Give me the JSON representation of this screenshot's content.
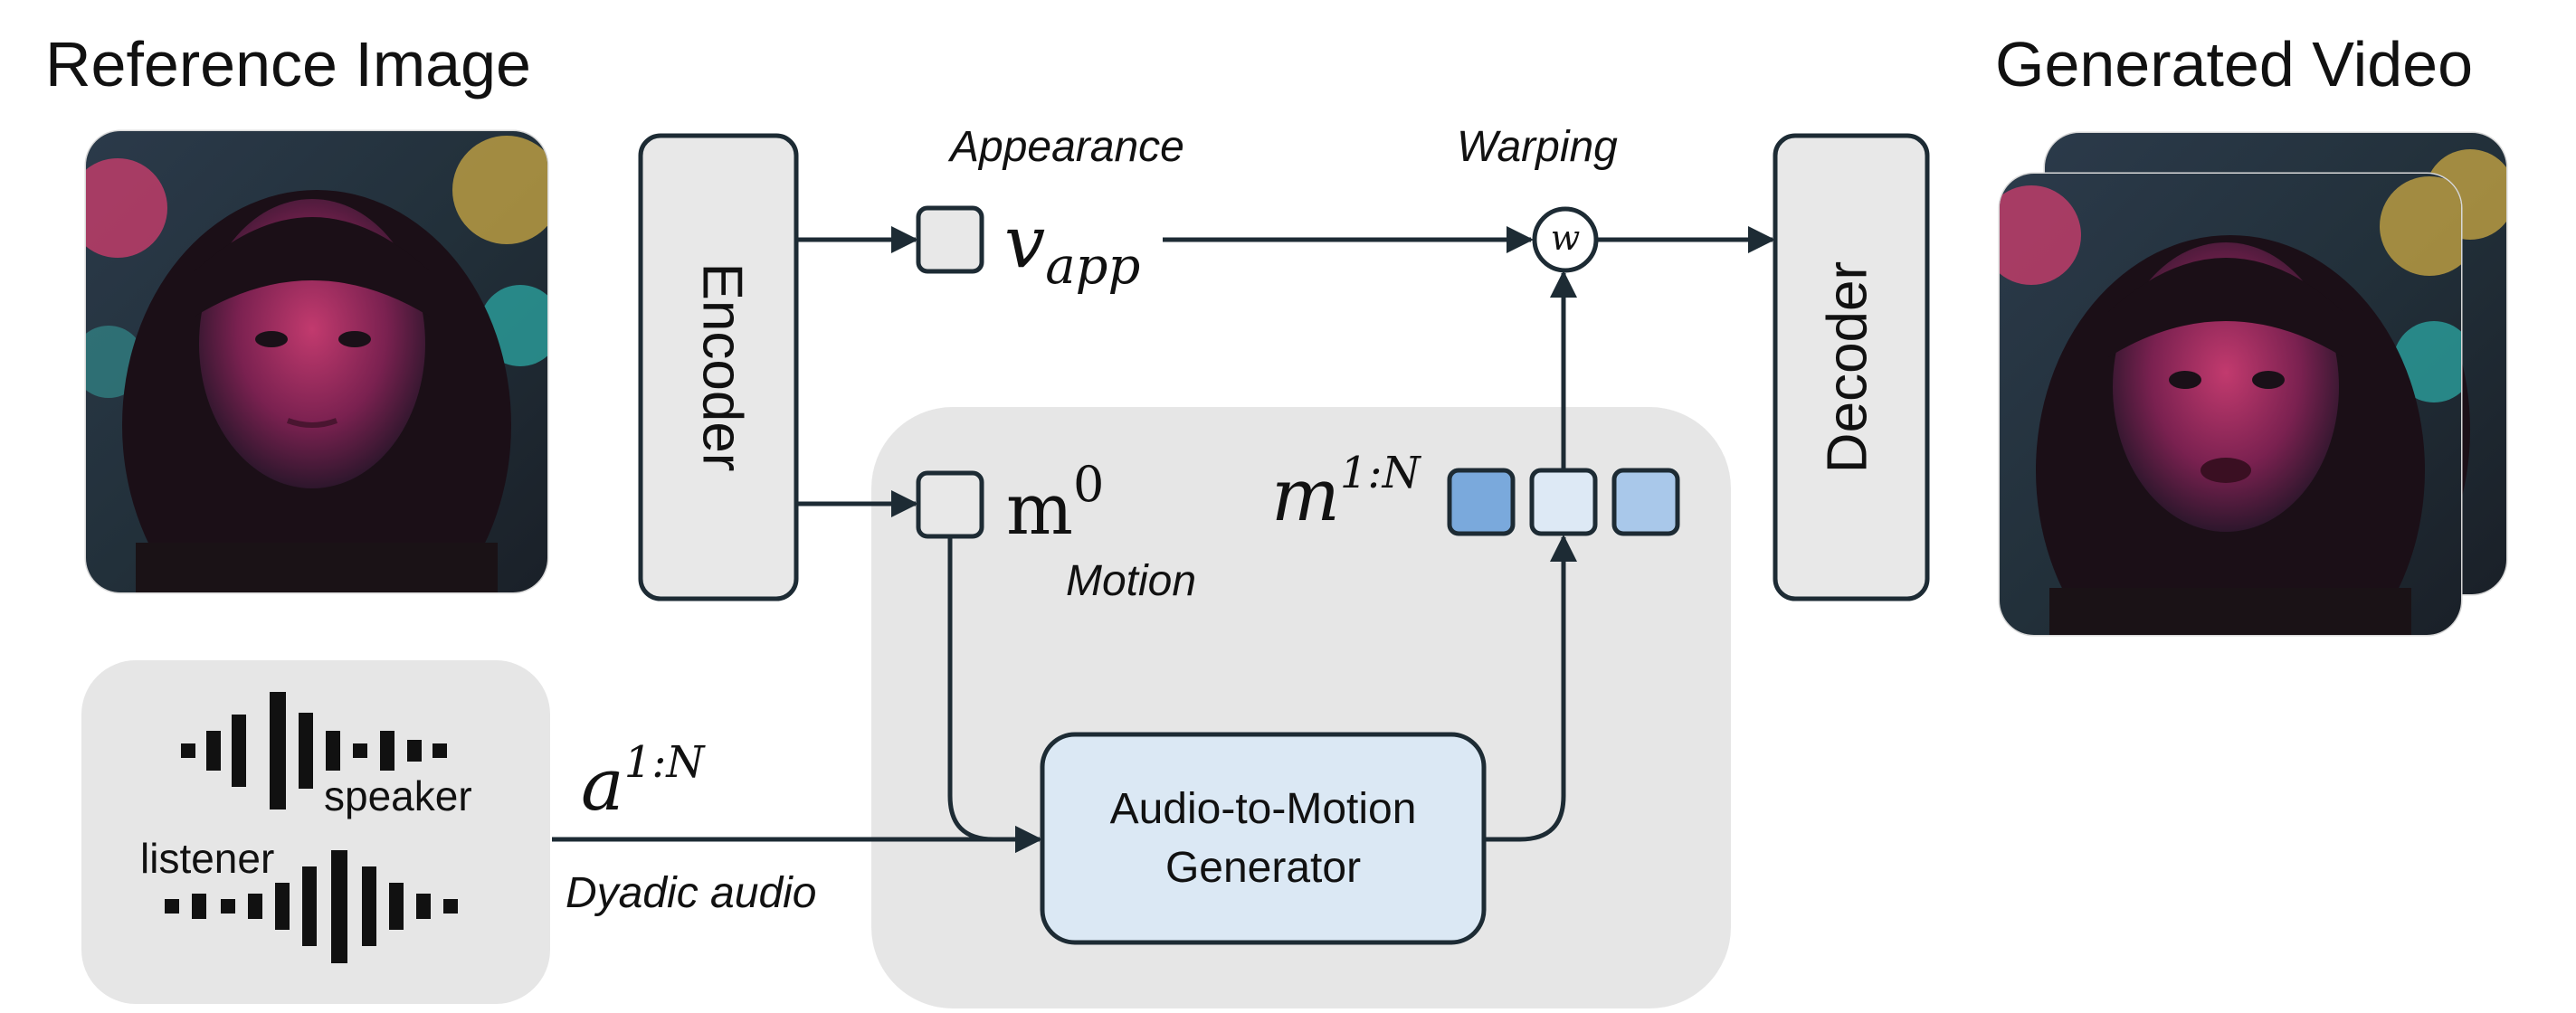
{
  "titles": {
    "reference": "Reference Image",
    "generated": "Generated Video"
  },
  "blocks": {
    "encoder": "Encoder",
    "decoder": "Decoder",
    "a2m_line1": "Audio-to-Motion",
    "a2m_line2": "Generator"
  },
  "labels": {
    "appearance": "Appearance",
    "warping": "Warping",
    "motion": "Motion",
    "dyadic_audio": "Dyadic audio",
    "speaker": "speaker",
    "listener": "listener"
  },
  "symbols": {
    "v_base": "v",
    "v_sub": "app",
    "m0_base": "m",
    "m0_sup": "0",
    "mN_base": "m",
    "mN_sup": "1:N",
    "a_base": "a",
    "a_sup": "1:N",
    "warp": "w"
  },
  "colors": {
    "stroke": "#1d2b34",
    "block_fill": "#e8e8e8",
    "panel_fill": "#e6e6e6",
    "a2m_fill": "#dbe8f4",
    "token_dark": "#7aa9dc",
    "token_light": "#dde9f5",
    "token_mid": "#a9c8ea"
  },
  "icons": {
    "reference_face": "portrait-image",
    "generated_face": "portrait-image",
    "speaker_wave": "waveform-icon",
    "listener_wave": "waveform-icon"
  }
}
